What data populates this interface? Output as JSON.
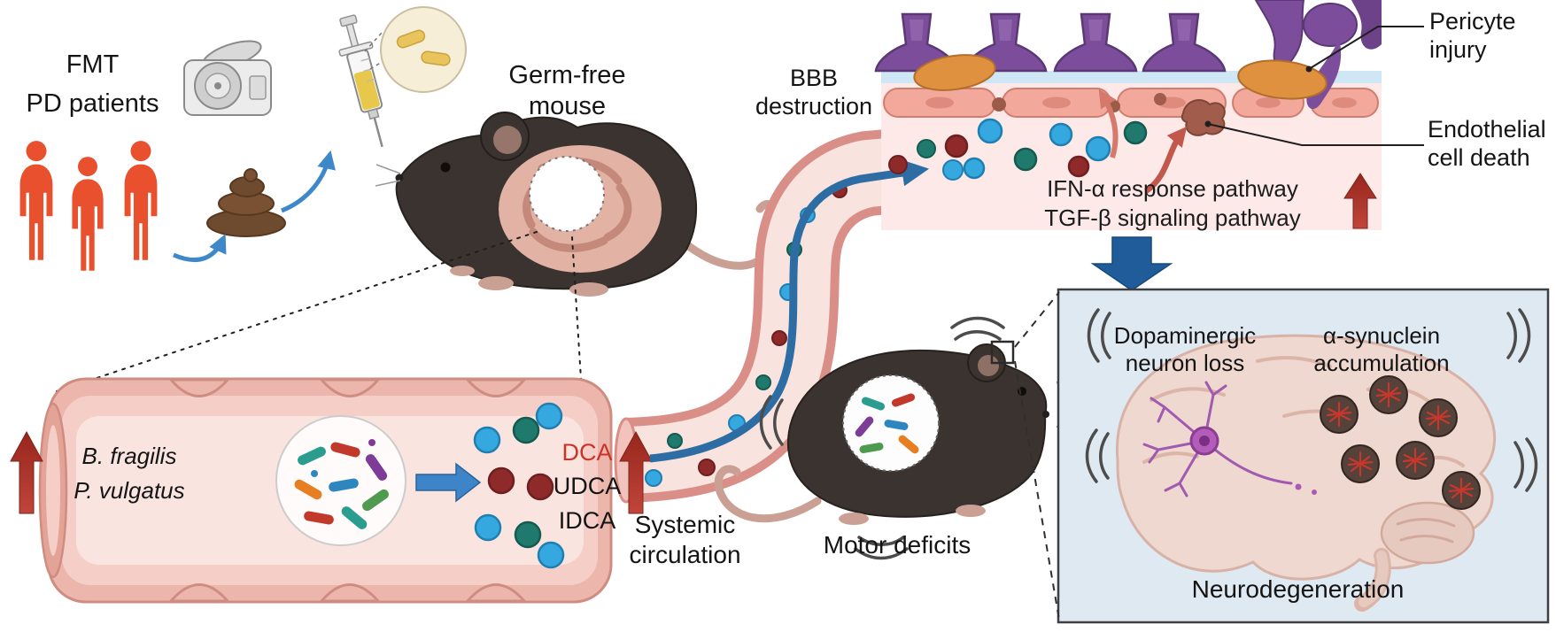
{
  "colors": {
    "person_red": "#e8502e",
    "dca_red": "#cc3328",
    "arrow_blue": "#3e87c9",
    "flow_blue": "#2e6da4",
    "down_arrow_blue": "#1f5c99",
    "up_arrow_red": "#a5291f",
    "vessel_wall": "#d98f87",
    "vessel_lumen": "#f8e3df",
    "intestine_pink": "#edb6ad",
    "bbb_bg": "#fce9e8",
    "pericyte_purple": "#7c4d9a",
    "neuro_panel_bg": "#dfe9f2",
    "dot_blue": "#35a8e0",
    "dot_teal": "#1f7a6d",
    "dot_darkred": "#8e2a2a"
  },
  "labels": {
    "fmt": "FMT",
    "pd_patients": "PD patients",
    "germ_free_1": "Germ-free",
    "germ_free_2": "mouse",
    "bbb_1": "BBB",
    "bbb_2": "destruction",
    "pericyte_1": "Pericyte",
    "pericyte_2": "injury",
    "endothelial_1": "Endothelial",
    "endothelial_2": "cell death",
    "pathway_ifn": "IFN-α response pathway",
    "pathway_tgf": "TGF-β signaling pathway",
    "bacteria_1": "B. fragilis",
    "bacteria_2": "P. vulgatus",
    "acid_dca": "DCA",
    "acid_udca": "UDCA",
    "acid_idca": "IDCA",
    "systemic_1": "Systemic",
    "systemic_2": "circulation",
    "motor": "Motor deficits",
    "dopa_1": "Dopaminergic",
    "dopa_2": "neuron loss",
    "syn_1": "α-synuclein",
    "syn_2": "accumulation",
    "neurodegeneration": "Neurodegeneration"
  },
  "icons": [
    "person-icon",
    "centrifuge-icon",
    "feces-icon",
    "syringe-icon",
    "pill-callout-icon",
    "germ-free-mouse-icon",
    "motor-mouse-icon",
    "bacteria-rod-icon",
    "sphere-dot-icon",
    "up-arrow-red-icon",
    "flow-arrow-blue-icon",
    "down-arrow-blue-icon",
    "pericyte-icon",
    "brain-icon",
    "neuron-icon",
    "synuclein-aggregate-icon",
    "tremor-arc-icon"
  ]
}
